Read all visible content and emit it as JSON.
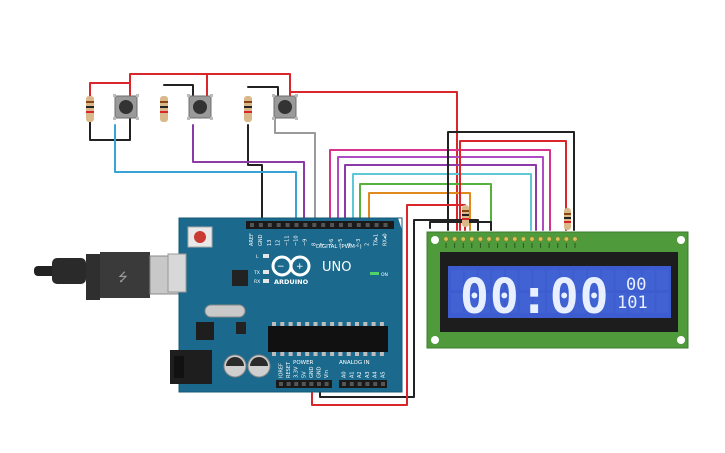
{
  "arduino": {
    "brand": "ARDUINO",
    "model": "UNO",
    "digital_header_label": "DIGITAL (PWM~)",
    "power_header_label": "POWER",
    "analog_header_label": "ANALOG IN",
    "on_led_label": "ON",
    "l_led_label": "L",
    "tx_label": "TX",
    "rx_label": "RX",
    "digital_pins": [
      "AREF",
      "GND",
      "13",
      "12",
      "~11",
      "~10",
      "~9",
      "8",
      "7",
      "~6",
      "~5",
      "4",
      "~3",
      "2",
      "TX▸1",
      "RX◂0"
    ],
    "power_pins": [
      "IOREF",
      "RESET",
      "3.3V",
      "5V",
      "GND",
      "GND",
      "Vin"
    ],
    "analog_pins": [
      "A0",
      "A1",
      "A2",
      "A3",
      "A4",
      "A5"
    ]
  },
  "lcd": {
    "big_digits": "00:00",
    "small_line1": "00",
    "small_line2": "101"
  },
  "colors": {
    "board": "#1b6a8d",
    "lcd_pcb": "#4f9a3a",
    "lcd_screen": "#3d5ccf",
    "wire_red": "#d9262b",
    "wire_black": "#222222",
    "wire_blue": "#3aa3d6",
    "wire_purple": "#8b3aa8",
    "wire_gray": "#9a9a9a",
    "wire_pink": "#d6338f",
    "wire_cyan": "#5fc7d6",
    "wire_orange": "#e08a1e",
    "wire_green": "#56b23c",
    "wire_magenta": "#b04cc3"
  }
}
